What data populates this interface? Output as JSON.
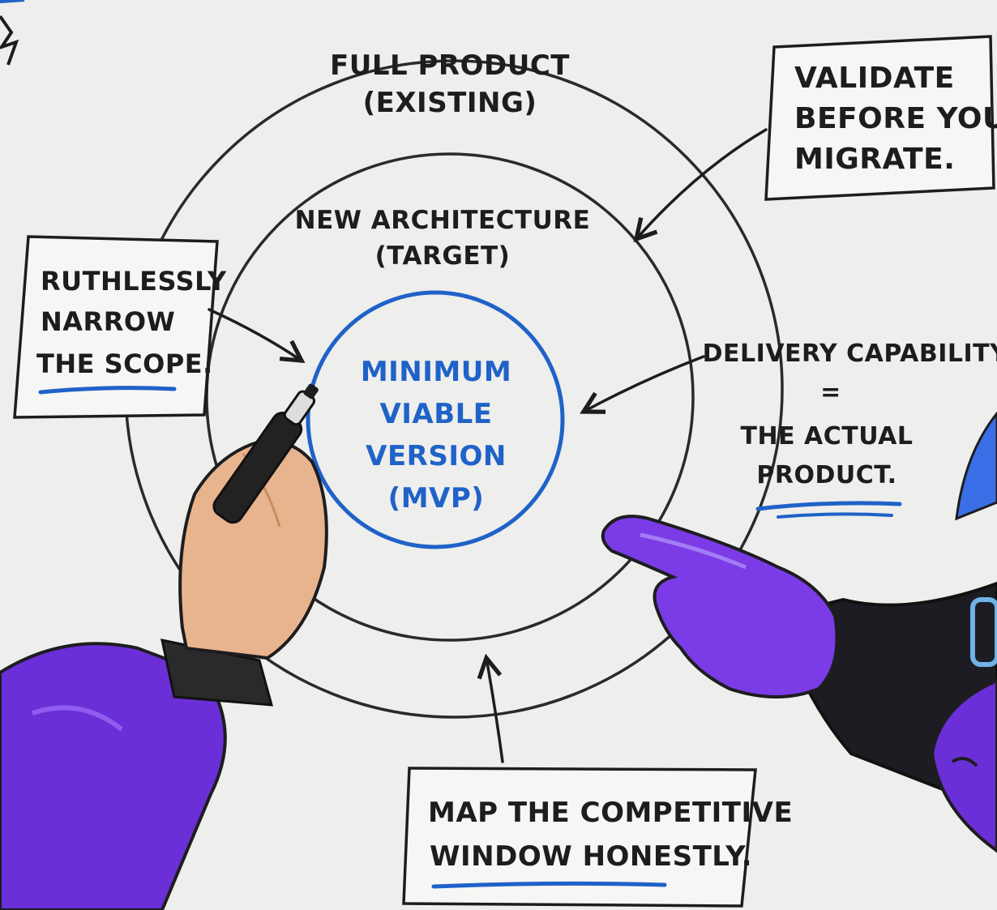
{
  "diagram": {
    "outer_ring_label": [
      "FULL PRODUCT",
      "(EXISTING)"
    ],
    "middle_ring_label": [
      "NEW ARCHITECTURE",
      "(TARGET)"
    ],
    "core_label": [
      "MINIMUM",
      "VIABLE",
      "VERSION",
      "(MVP)"
    ],
    "delivery_label": [
      "DELIVERY CAPABILITY",
      "=",
      "THE ACTUAL",
      "PRODUCT."
    ]
  },
  "notes": {
    "validate": [
      "VALIDATE",
      "BEFORE YOU",
      "MIGRATE."
    ],
    "narrow": [
      "RUTHLESSLY",
      "NARROW",
      "THE SCOPE."
    ],
    "map": [
      "MAP THE COMPETITIVE",
      "WINDOW HONESTLY."
    ]
  },
  "colors": {
    "ink": "#1d1d1f",
    "accent_blue": "#1f62c8",
    "sleeve_purple": "#6a2fd6",
    "glove_purple": "#7b3be6",
    "paper": "#eeeeec"
  }
}
